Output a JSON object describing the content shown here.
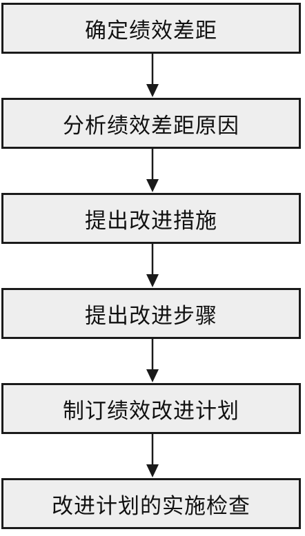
{
  "flowchart": {
    "steps": [
      {
        "label": "确定绩效差距"
      },
      {
        "label": "分析绩效差距原因"
      },
      {
        "label": "提出改进措施"
      },
      {
        "label": "提出改进步骤"
      },
      {
        "label": "制订绩效改进计划"
      },
      {
        "label": "改进计划的实施检查"
      }
    ]
  },
  "colors": {
    "box_fill": "#eeeeee",
    "box_border": "#1a1a1a",
    "arrow": "#1a1a1a",
    "text": "#111111"
  }
}
